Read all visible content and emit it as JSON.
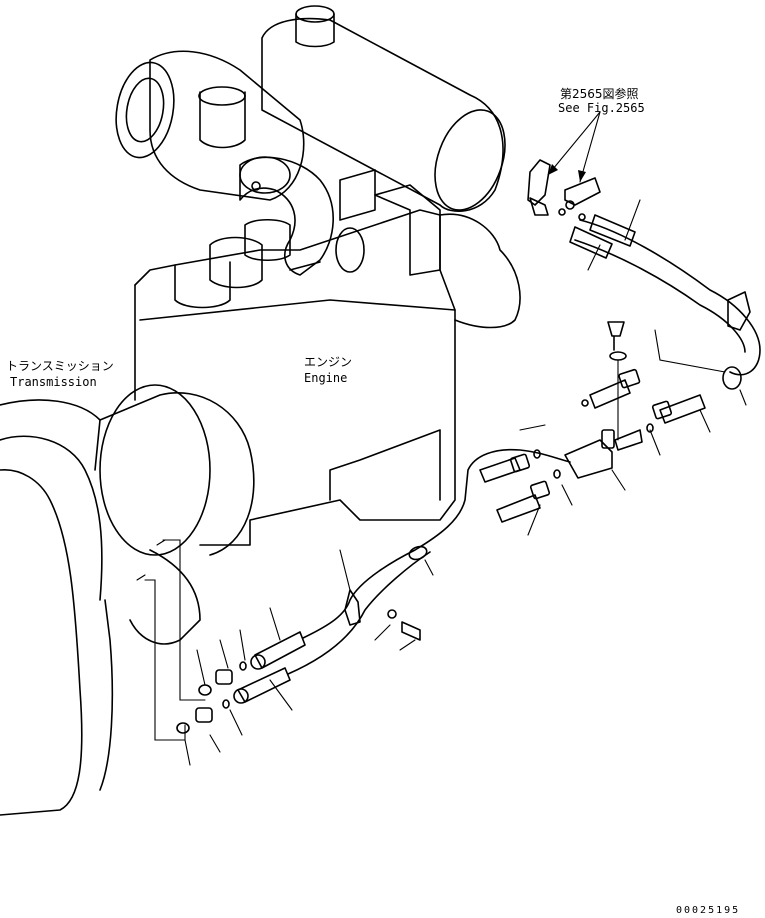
{
  "labels": {
    "fig_ref_jp": "第2565図参照",
    "fig_ref_en": "See Fig.2565",
    "engine_jp": "エンジン",
    "engine_en": "Engine",
    "transmission_jp": "トランスミッション",
    "transmission_en": "Transmission",
    "drawing_code": "00025195"
  }
}
